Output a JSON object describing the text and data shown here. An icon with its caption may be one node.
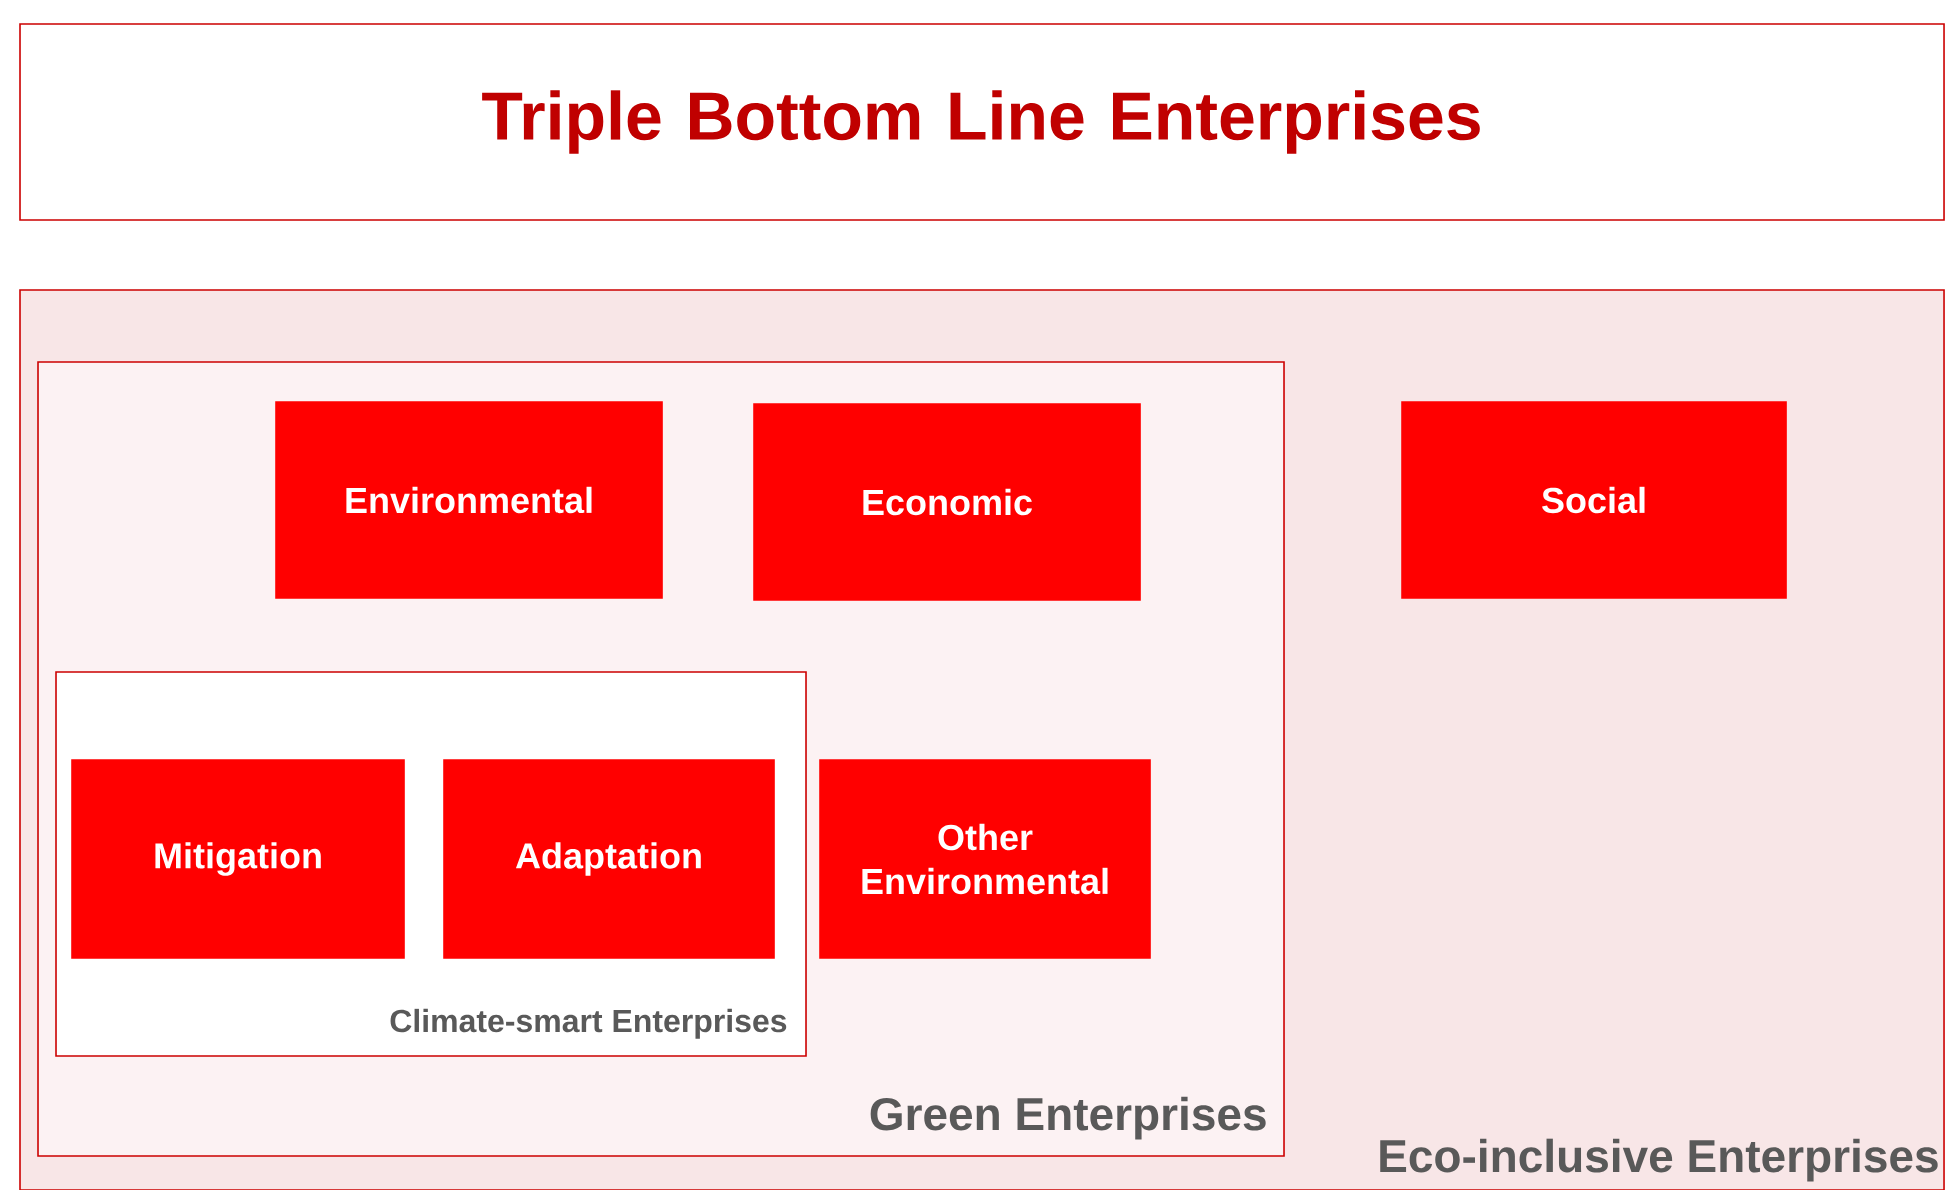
{
  "diagram": {
    "nodes": [
      {
        "text": [
          "Triple Bottom Line Enterprises"
        ]
      },
      {
        "text": [
          "Eco-inclusive Enterprises"
        ]
      },
      {
        "text": [
          "Green Enterprises"
        ],
        "in": 1
      },
      {
        "text": [
          "Environmental"
        ],
        "in": 2
      },
      {
        "text": [
          "Economic"
        ],
        "in": 2
      },
      {
        "text": [
          "Social"
        ],
        "in": 1
      },
      {
        "text": [
          "Climate-smart Enterprises"
        ],
        "in": 2
      },
      {
        "text": [
          "Mitigation"
        ],
        "in": 6
      },
      {
        "text": [
          "Adaptation"
        ],
        "in": 6
      },
      {
        "text": [
          "Other Environmental"
        ],
        "in": 2
      }
    ]
  }
}
